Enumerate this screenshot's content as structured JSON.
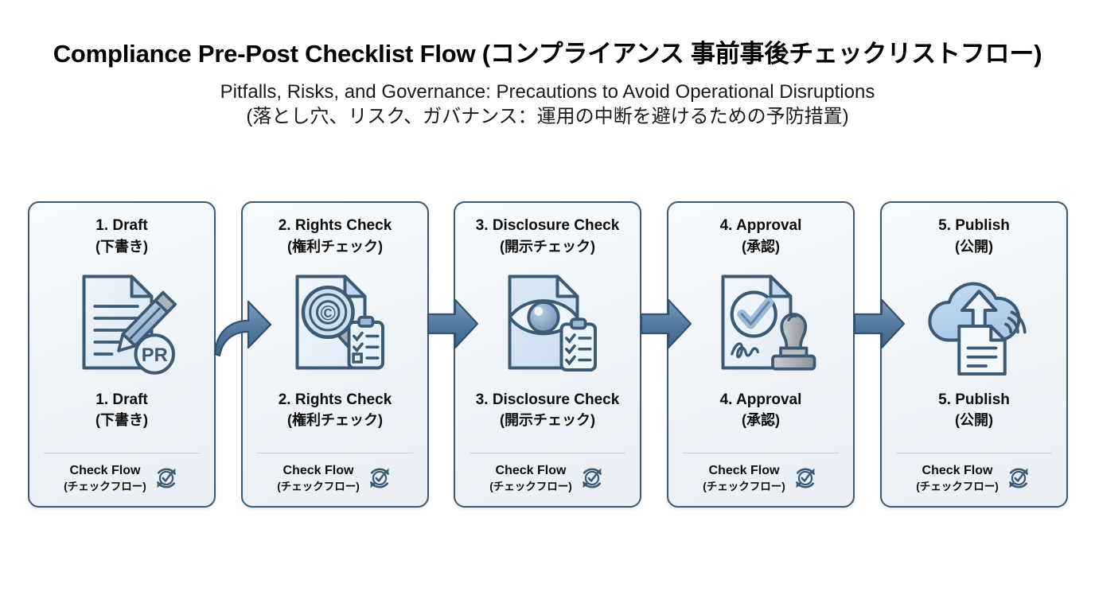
{
  "header": {
    "title": "Compliance Pre-Post Checklist Flow (コンプライアンス 事前事後チェックリストフロー)",
    "subtitle_line1": "Pitfalls, Risks, and Governance: Precautions to Avoid Operational Disruptions",
    "subtitle_line2": "(落とし穴、リスク、ガバナンス：運用の中断を避けるための予防措置)"
  },
  "colors": {
    "card_border": "#3c5a73",
    "card_background": "#eef3f8",
    "arrow_fill": "#5b7fa3",
    "arrow_stroke": "#3c5a73",
    "icon_line": "#3c5a73",
    "icon_fill_light": "#cfe0f2",
    "divider": "#c3d2de",
    "text": "#0d0d0d"
  },
  "footer_common": {
    "en": "Check Flow",
    "ja": "(チェックフロー)",
    "icon": "refresh-check-icon"
  },
  "steps": [
    {
      "head_en": "1. Draft",
      "head_ja": "(下書き)",
      "label_en": "1. Draft",
      "label_ja": "(下書き)",
      "icon": "document-pencil-pr-icon",
      "icon_badge": "PR"
    },
    {
      "head_en": "2. Rights Check",
      "head_ja": "(権利チェック)",
      "label_en": "2. Rights Check",
      "label_ja": "(権利チェック)",
      "icon": "magnifier-copyright-clipboard-icon",
      "icon_badge": "©"
    },
    {
      "head_en": "3. Disclosure Check",
      "head_ja": "(開示チェック)",
      "label_en": "3. Disclosure Check",
      "label_ja": "(開示チェック)",
      "icon": "document-eye-clipboard-icon",
      "icon_badge": ""
    },
    {
      "head_en": "4. Approval",
      "head_ja": "(承認)",
      "label_en": "4. Approval",
      "label_ja": "(承認)",
      "icon": "document-check-signature-stamp-icon",
      "icon_badge": ""
    },
    {
      "head_en": "5. Publish",
      "head_ja": "(公開)",
      "label_en": "5. Publish",
      "label_ja": "(公開)",
      "icon": "cloud-upload-document-icon",
      "icon_badge": ""
    }
  ],
  "connectors": [
    {
      "type": "curved-arrow-right",
      "name": "arrow-draft-to-rights"
    },
    {
      "type": "block-arrow-right",
      "name": "arrow-rights-to-disclosure"
    },
    {
      "type": "block-arrow-right",
      "name": "arrow-disclosure-to-approval"
    },
    {
      "type": "block-arrow-right",
      "name": "arrow-approval-to-publish"
    }
  ]
}
